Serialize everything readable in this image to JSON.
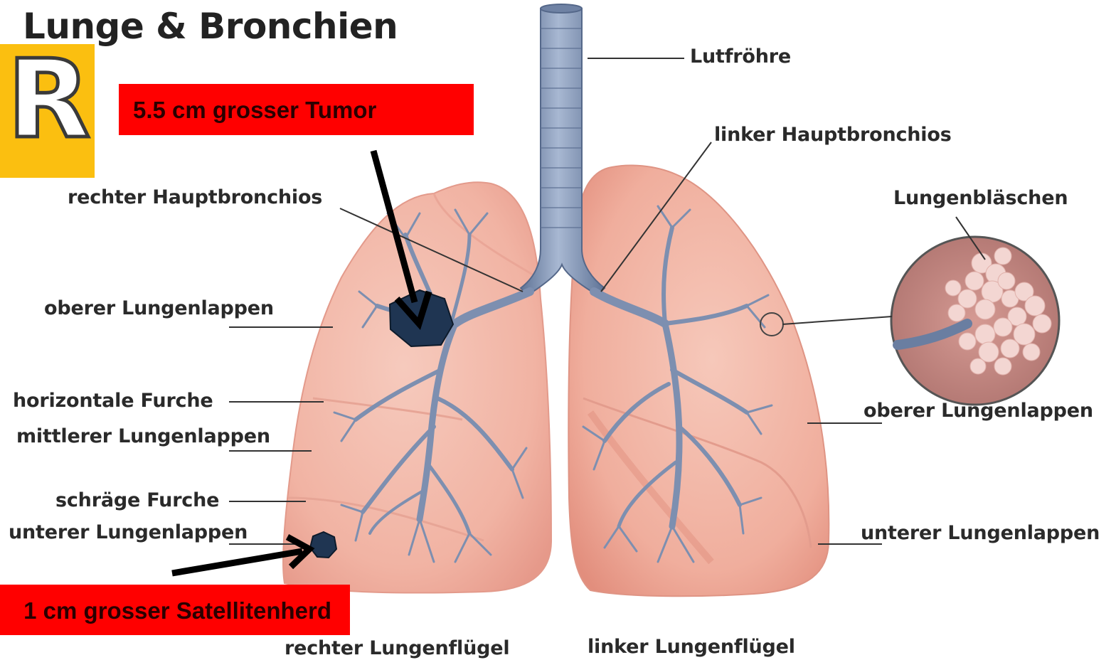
{
  "title": "Lunge & Bronchien",
  "side_badge": {
    "letter": "R",
    "color": "#fbbf10"
  },
  "callouts": {
    "tumor": "5.5 cm grosser Tumor",
    "satellite": "1 cm grosser Satellitenherd"
  },
  "labels": {
    "trachea": "Lutfröhre",
    "left_main_bronchus": "linker Hauptbronchios",
    "right_main_bronchus": "rechter Hauptbronchios",
    "alveoli": "Lungenbläschen",
    "right_upper_lobe": "oberer Lungenlappen",
    "horizontal_fissure": "horizontale Furche",
    "right_middle_lobe": "mittlerer Lungenlappen",
    "oblique_fissure": "schräge Furche",
    "right_lower_lobe": "unterer Lungenlappen",
    "left_upper_lobe": "oberer Lungenlappen",
    "left_lower_lobe": "unterer Lungenlappen",
    "right_lung": "rechter Lungenflügel",
    "left_lung": "linker Lungenflügel"
  },
  "colors": {
    "lung": "#f2b7a8",
    "lung_dark": "#e59484",
    "bronchi": "#7d8fb0",
    "trachea": "#8094b5",
    "tumor": "#1f3552",
    "callout": "#ff0000"
  }
}
